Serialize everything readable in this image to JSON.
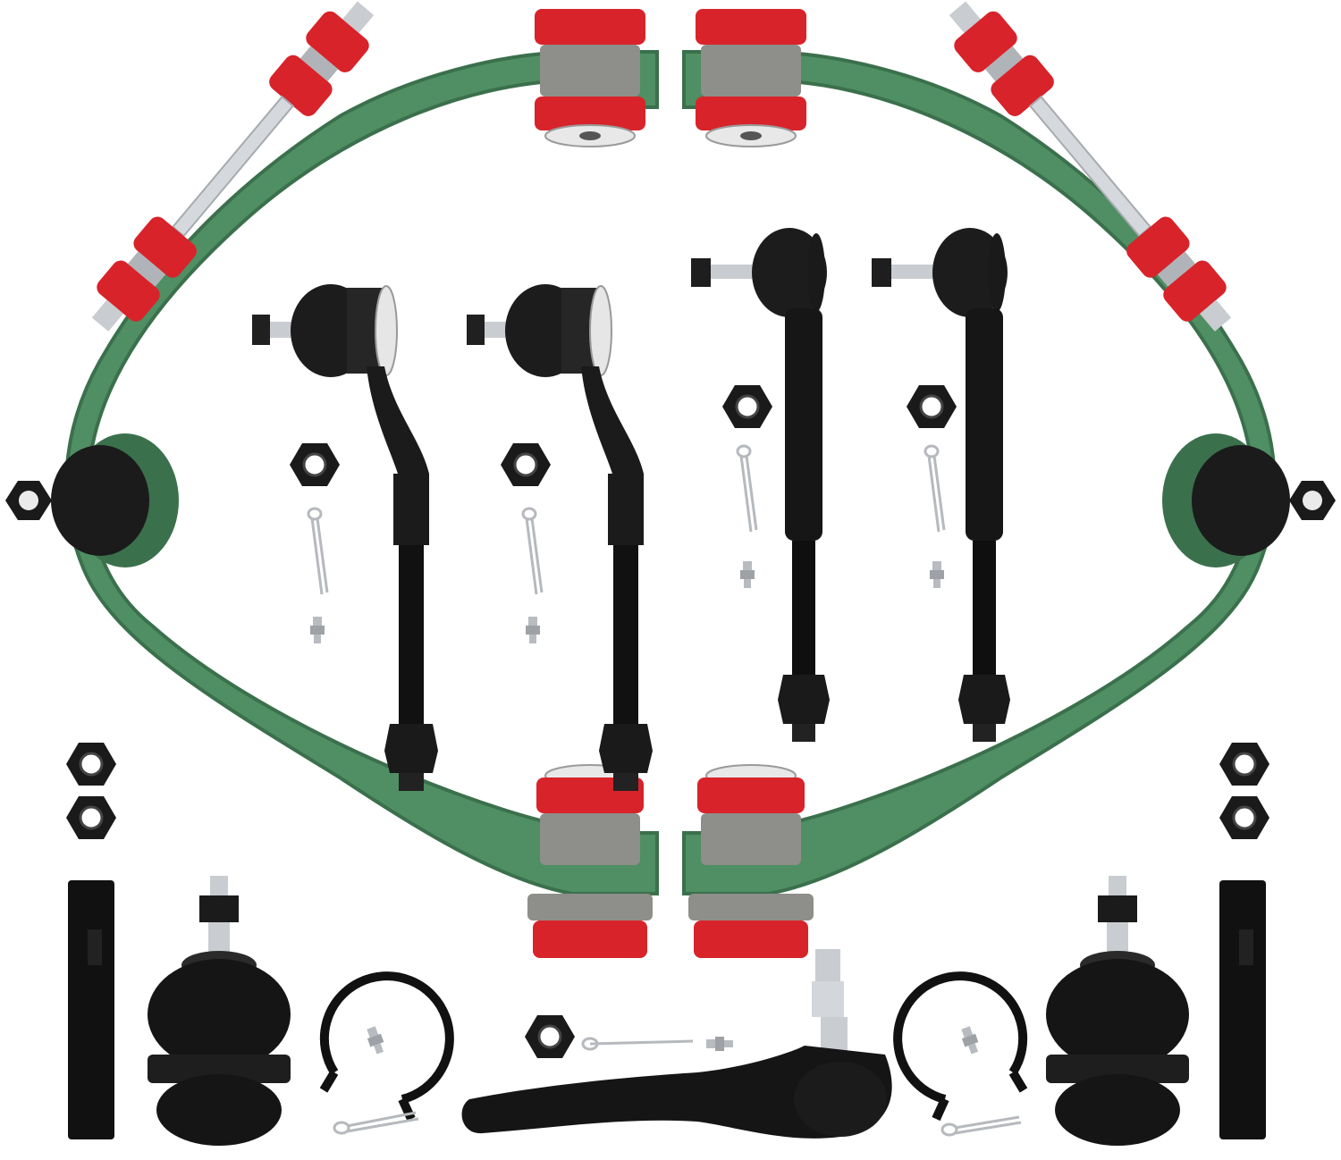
{
  "scene": {
    "description_free": true,
    "colors": {
      "background": "#ffffff",
      "arm_green": "#4f8f63",
      "arm_green_dark": "#3b704c",
      "bushing_red": "#d8232a",
      "bushing_gray": "#8e8e8a",
      "part_black": "#141414",
      "steel": "#c9ccd0"
    },
    "parts": [
      "upper-control-arm-left",
      "upper-control-arm-right",
      "sway-bar-link-left",
      "sway-bar-link-right",
      "outer-tie-rod-end",
      "inner-tie-rod-end",
      "lower-ball-joint",
      "pitman-arm",
      "adjusting-sleeve",
      "castle-nut",
      "cotter-pin",
      "grease-fitting",
      "snap-ring"
    ]
  }
}
